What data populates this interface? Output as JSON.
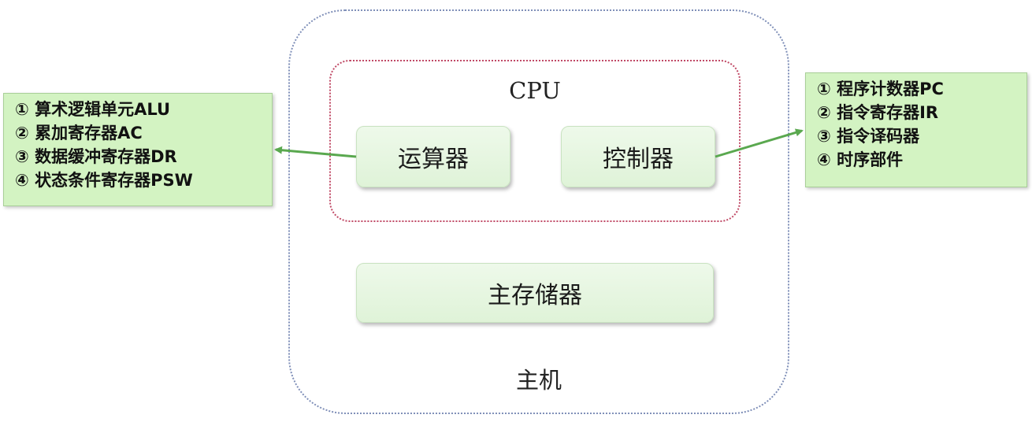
{
  "cpu": {
    "label": "CPU"
  },
  "alu": {
    "label": "运算器"
  },
  "controller": {
    "label": "控制器"
  },
  "memory": {
    "label": "主存储器"
  },
  "host": {
    "label": "主机"
  },
  "alu_components": [
    "① 算术逻辑单元ALU",
    "② 累加寄存器AC",
    "③ 数据缓冲寄存器DR",
    "④ 状态条件寄存器PSW"
  ],
  "controller_components": [
    "① 程序计数器PC",
    "② 指令寄存器IR",
    "③ 指令译码器",
    "④ 时序部件"
  ],
  "colors": {
    "arrow": "#5aa84f",
    "host_border": "#7f8fb8",
    "cpu_border": "#c04a66",
    "box_fill": "#dff3d8",
    "side_fill": "#d3f3c2"
  }
}
